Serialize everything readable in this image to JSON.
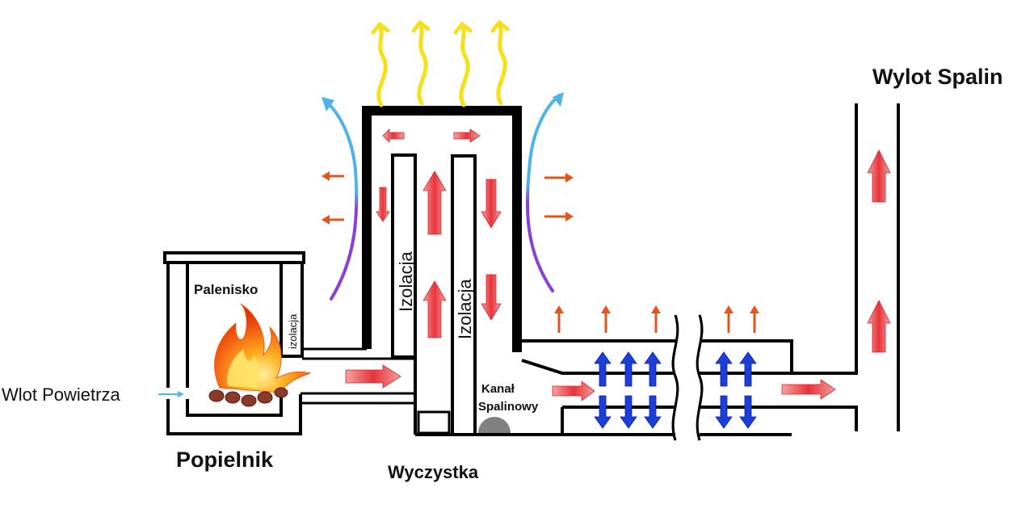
{
  "labels": {
    "air_inlet": "Wlot Powietrza",
    "firebox": "Palenisko",
    "insulation_small": "izolacja",
    "insulation_1": "Izolacja",
    "insulation_2": "Izolacja",
    "ash_pit": "Popielnik",
    "cleanout": "Wyczystka",
    "flue_channel_line1": "Kanał",
    "flue_channel_line2": "Spalinowy",
    "exhaust_outlet": "Wylot Spalin"
  },
  "colors": {
    "outline": "#000000",
    "flue_gas_arrow": "#e8333a",
    "heat_arrow": "#e5541b",
    "radiant_heat": "#f4e11a",
    "cool_air": "#4fb3e8",
    "warm_air": "#8b3fd6",
    "heat_exchange": "#1b3fd8",
    "cleanout_plug": "#808080"
  },
  "icons": {
    "fire": "flame-icon",
    "logs": "firewood-icon"
  }
}
